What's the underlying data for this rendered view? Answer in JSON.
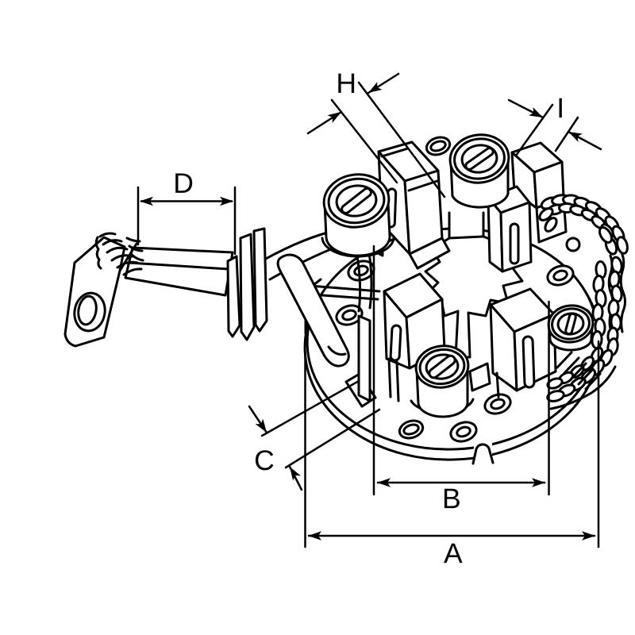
{
  "figure": {
    "background_color": "#ffffff",
    "line_color": "#000000",
    "description": "Monochrome isometric technical line drawing of a starter motor brush holder assembly with six dimension callouts",
    "parts": [
      "mounting-lug",
      "lever-shaft",
      "grommet-collar",
      "brush-plate",
      "brush-boxes",
      "spring-posts",
      "braided-wire",
      "alignment-notch"
    ]
  },
  "dimension_labels": {
    "A": "A",
    "B": "B",
    "C": "C",
    "D": "D",
    "H": "H",
    "I": "I"
  }
}
